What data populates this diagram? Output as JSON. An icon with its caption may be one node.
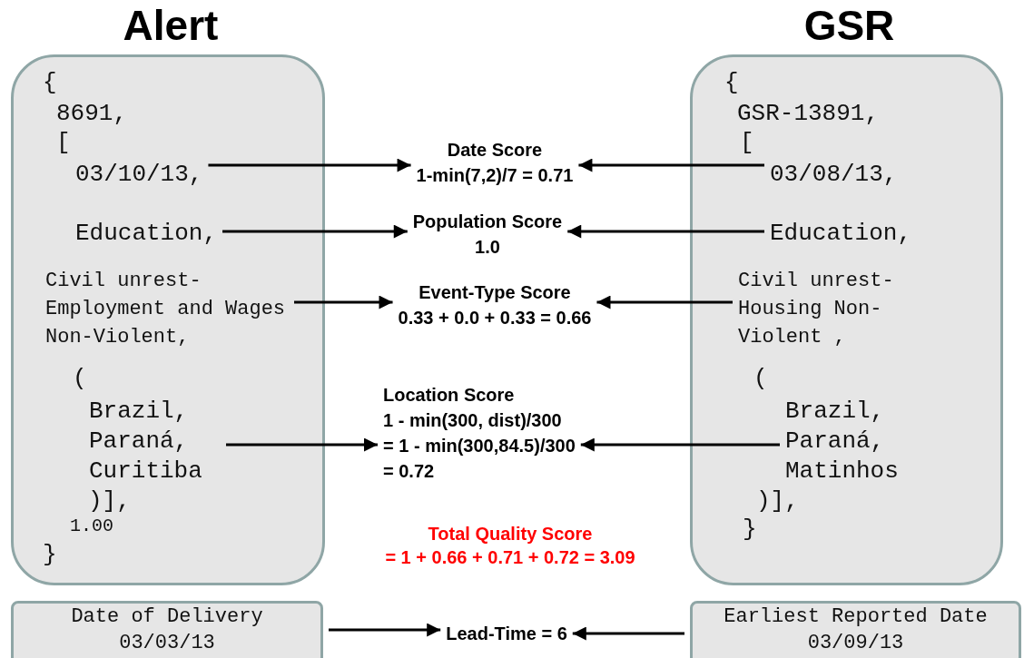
{
  "diagram": {
    "nodes": [
      {
        "text": [
          "Alert"
        ]
      },
      {
        "text": [
          "GSR"
        ]
      },
      {
        "text": [
          "03/10/13,"
        ],
        "in": 0
      },
      {
        "text": [
          "Education,"
        ],
        "in": 0
      },
      {
        "text": [
          "Civil unrest- Employment and Wages Non-Violent,"
        ],
        "in": 0
      },
      {
        "text": [
          "Brazil, Paraná, Curitiba"
        ],
        "in": 0
      },
      {
        "text": [
          "03/08/13,"
        ],
        "in": 1
      },
      {
        "text": [
          "Education,"
        ],
        "in": 1
      },
      {
        "text": [
          "Civil unrest- Housing Non-Violent ,"
        ],
        "in": 1
      },
      {
        "text": [
          "Brazil, Paraná, Matinhos"
        ],
        "in": 1
      },
      {
        "text": [
          "Date Score",
          "1-min(7,2)/7 = 0.71"
        ]
      },
      {
        "text": [
          "Population Score",
          "1.0"
        ]
      },
      {
        "text": [
          "Event-Type Score",
          "0.33 + 0.0 + 0.33 = 0.66"
        ]
      },
      {
        "text": [
          "Location Score",
          "1 - min(300, dist)/300 = 1 - min(300,84.5)/300 = 0.72"
        ]
      },
      {
        "text": [
          "Date of Delivery",
          "03/03/13"
        ]
      },
      {
        "text": [
          "Earliest Reported Date",
          "03/09/13"
        ]
      },
      {
        "text": [
          "Lead-Time = 6"
        ]
      }
    ],
    "edges": [
      {
        "from": 2,
        "to": 10,
        "arrow": "to"
      },
      {
        "from": 6,
        "to": 10,
        "arrow": "to"
      },
      {
        "from": 3,
        "to": 11,
        "arrow": "to"
      },
      {
        "from": 7,
        "to": 11,
        "arrow": "to"
      },
      {
        "from": 4,
        "to": 12,
        "arrow": "to"
      },
      {
        "from": 8,
        "to": 12,
        "arrow": "to"
      },
      {
        "from": 5,
        "to": 13,
        "arrow": "to"
      },
      {
        "from": 9,
        "to": 13,
        "arrow": "to"
      },
      {
        "from": 14,
        "to": 16,
        "arrow": "to"
      },
      {
        "from": 15,
        "to": 16,
        "arrow": "to"
      }
    ],
    "labels": [
      "{",
      "8691,",
      "[",
      "(",
      ")],",
      "1.00",
      "}",
      "{",
      "GSR-13891,",
      "[",
      "(",
      ")],",
      "}",
      "Total Quality Score",
      "= 1 + 0.66 + 0.71 + 0.72 = 3.09"
    ]
  }
}
